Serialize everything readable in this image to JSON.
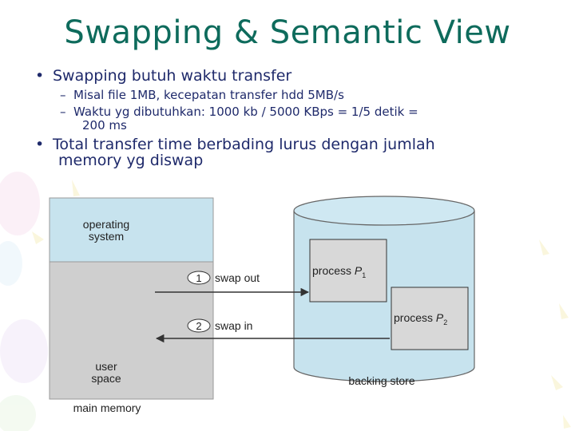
{
  "title": "Swapping & Semantic View",
  "bullets": [
    {
      "text": "Swapping butuh waktu transfer",
      "subs": [
        "Misal file 1MB, kecepatan transfer hdd 5MB/s",
        "Waktu yg dibutuhkan: 1000 kb / 5000 KBps = 1/5 detik =",
        "200 ms"
      ]
    },
    {
      "line1": "Total transfer time berbading lurus dengan jumlah",
      "line2": "memory yg diswap"
    }
  ],
  "diagram": {
    "os_line1": "operating",
    "os_line2": "system",
    "user_line1": "user",
    "user_line2": "space",
    "main_memory": "main memory",
    "step1_num": "1",
    "step1_label": "swap out",
    "step2_num": "2",
    "step2_label": "swap in",
    "p1_text": "process",
    "p1_var": "P",
    "p1_sub": "1",
    "p2_text": "process",
    "p2_var": "P",
    "p2_sub": "2",
    "backing_store": "backing store"
  }
}
